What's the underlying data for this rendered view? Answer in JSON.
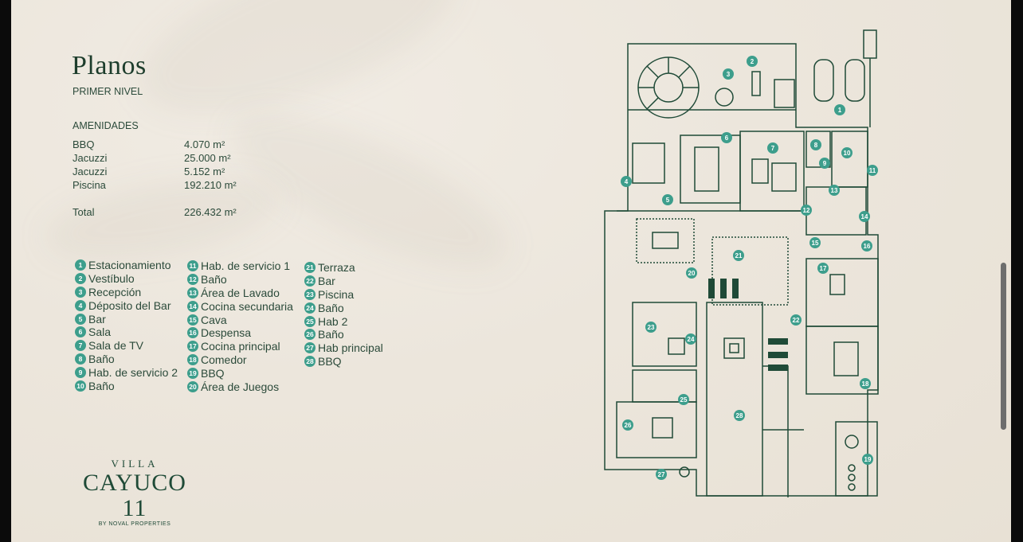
{
  "title": "Planos",
  "subtitle": "PRIMER NIVEL",
  "amenities": {
    "heading": "AMENIDADES",
    "rows": [
      {
        "name": "BBQ",
        "value": "4.070 m²"
      },
      {
        "name": "Jacuzzi",
        "value": "25.000 m²"
      },
      {
        "name": "Jacuzzi",
        "value": "5.152 m²"
      },
      {
        "name": "Piscina",
        "value": "192.210 m²"
      }
    ],
    "total_label": "Total",
    "total_value": "226.432 m²"
  },
  "legend": {
    "col1": [
      {
        "n": "1",
        "label": "Estacionamiento"
      },
      {
        "n": "2",
        "label": "Vestíbulo"
      },
      {
        "n": "3",
        "label": "Recepción"
      },
      {
        "n": "4",
        "label": "Déposito del Bar"
      },
      {
        "n": "5",
        "label": "Bar"
      },
      {
        "n": "6",
        "label": "Sala"
      },
      {
        "n": "7",
        "label": "Sala de TV"
      },
      {
        "n": "8",
        "label": "Baño"
      },
      {
        "n": "9",
        "label": "Hab. de servicio 2"
      },
      {
        "n": "10",
        "label": "Baño"
      }
    ],
    "col2": [
      {
        "n": "11",
        "label": "Hab. de servicio 1"
      },
      {
        "n": "12",
        "label": "Baño"
      },
      {
        "n": "13",
        "label": "Área de Lavado"
      },
      {
        "n": "14",
        "label": "Cocina secundaria"
      },
      {
        "n": "15",
        "label": "Cava"
      },
      {
        "n": "16",
        "label": "Despensa"
      },
      {
        "n": "17",
        "label": "Cocina principal"
      },
      {
        "n": "18",
        "label": "Comedor"
      },
      {
        "n": "19",
        "label": "BBQ"
      },
      {
        "n": "20",
        "label": "Área de Juegos"
      }
    ],
    "col3": [
      {
        "n": "21",
        "label": "Terraza"
      },
      {
        "n": "22",
        "label": "Bar"
      },
      {
        "n": "23",
        "label": "Piscina"
      },
      {
        "n": "24",
        "label": "Baño"
      },
      {
        "n": "25",
        "label": "Hab 2"
      },
      {
        "n": "26",
        "label": "Baño"
      },
      {
        "n": "27",
        "label": "Hab principal"
      },
      {
        "n": "28",
        "label": "BBQ"
      }
    ]
  },
  "logo": {
    "line1": "VILLA",
    "line2": "CAYUCO 11",
    "line3": "BY NOVAL PROPERTIES"
  },
  "plan_markers": [
    "1",
    "2",
    "3",
    "4",
    "5",
    "6",
    "7",
    "8",
    "9",
    "10",
    "11",
    "12",
    "13",
    "14",
    "15",
    "16",
    "17",
    "18",
    "19",
    "20",
    "21",
    "22",
    "23",
    "24",
    "25",
    "26",
    "27",
    "28"
  ],
  "colors": {
    "plan_line": "#1f4a37",
    "marker": "#3d9e8c",
    "text": "#2b4a3a"
  }
}
